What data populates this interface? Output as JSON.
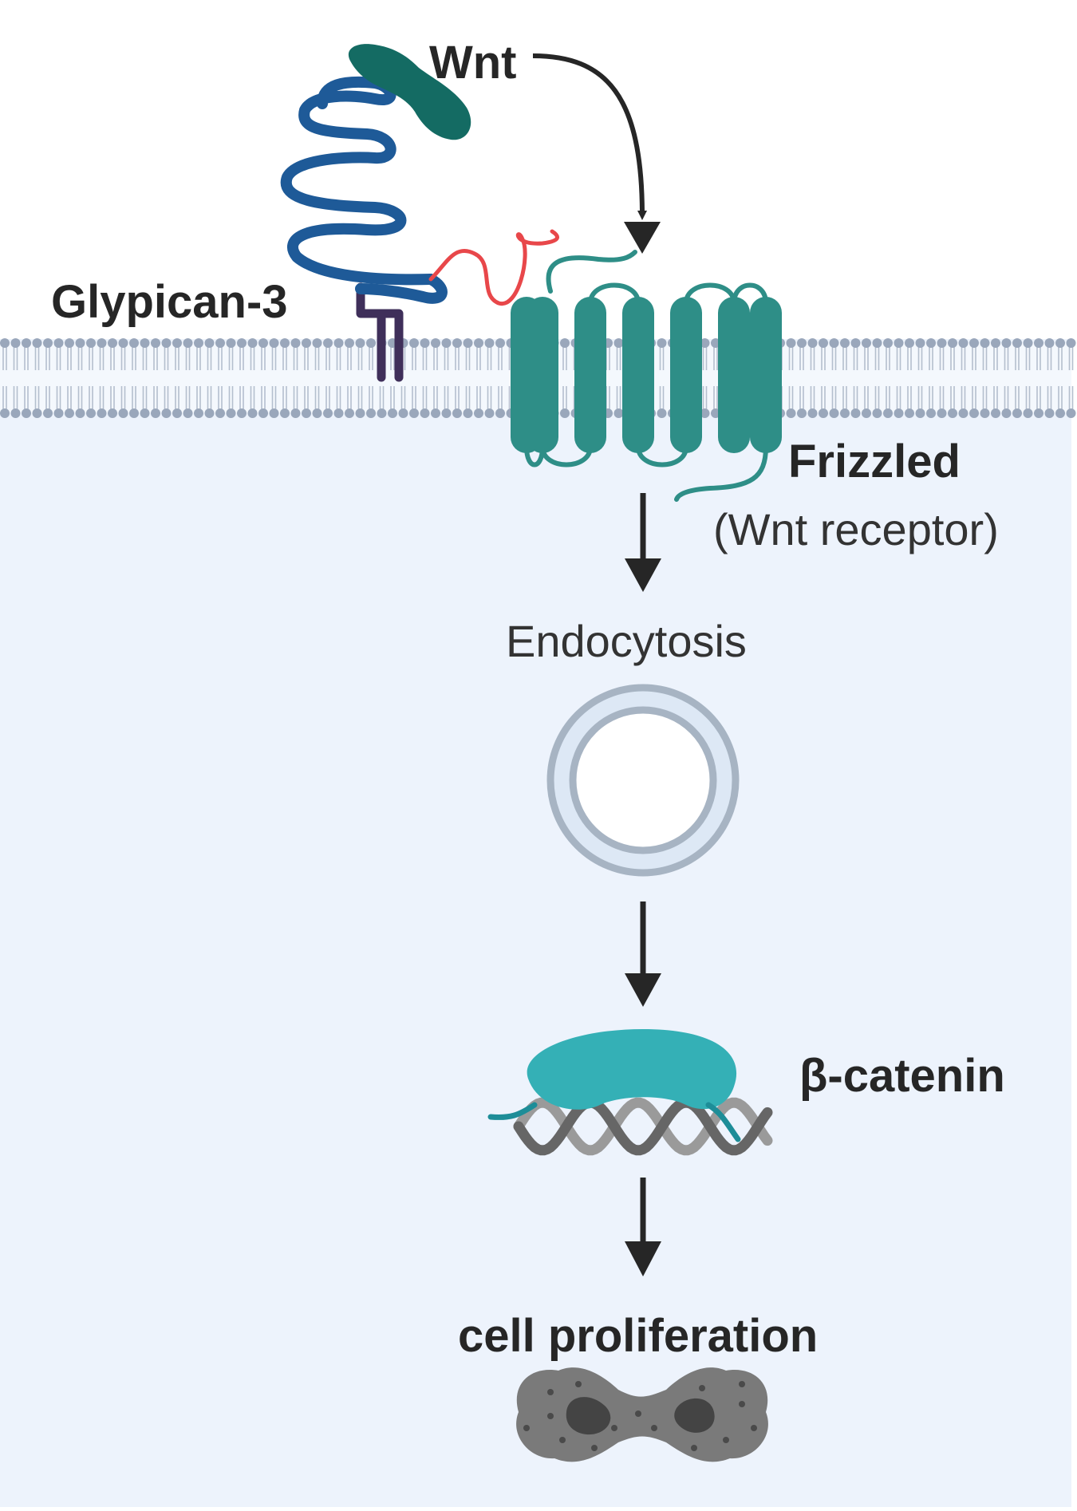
{
  "labels": {
    "wnt": "Wnt",
    "glypican": "Glypican-3",
    "frizzled": "Frizzled",
    "frizzled_note": "(Wnt receptor)",
    "endocytosis": "Endocytosis",
    "beta_catenin": "β-catenin",
    "proliferation": "cell proliferation"
  },
  "colors": {
    "cytoplasm": "#edf3fc",
    "membrane_head": "#9aa7bb",
    "membrane_tail": "#b4bfce",
    "glypican": "#1e5a98",
    "anchor": "#3f2f5a",
    "heparan_sulfate": "#e8474a",
    "wnt": "#146b63",
    "frizzled": "#2e8e87",
    "beta_catenin": "#34b0b6",
    "dna": "#666666",
    "arrow": "#262626",
    "vesicle": "#a7b4c3",
    "cell": "#7a7a7a"
  },
  "icons": {
    "wnt": "wnt-ligand-icon",
    "glypican": "glypican-icon",
    "frizzled": "frizzled-receptor-icon",
    "vesicle": "vesicle-icon",
    "beta_catenin": "beta-catenin-icon",
    "dna": "dna-helix-icon",
    "cell": "dividing-cell-icon"
  }
}
